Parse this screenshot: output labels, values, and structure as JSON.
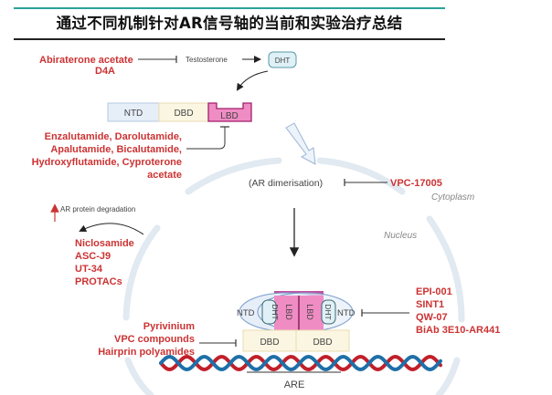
{
  "title": "通过不同机制针对AR信号轴的当前和实验治疗总结",
  "colors": {
    "accent_rule": "#2aa39a",
    "inhibitor_text": "#cc3333",
    "ntd_fill": "#e6eef8",
    "dbd_fill": "#fbf6e2",
    "lbd_fill": "#f08cc4",
    "lbd_stroke": "#a0206a",
    "dht_fill": "#dff0f6",
    "membrane": "#e1e9f1",
    "dna_red": "#c0202a",
    "dna_blue": "#1f6fa8"
  },
  "steroid_pathway": {
    "inhibitors": [
      "Abiraterone acetate",
      "D4A"
    ],
    "substrate": "Testosterone",
    "product": "DHT"
  },
  "ar_domains": {
    "ntd": "NTD",
    "dbd": "DBD",
    "lbd": "LBD"
  },
  "antiandrogens": {
    "lines": [
      "Enzalutamide, Darolutamide,",
      "Apalutamide, Bicalutamide,",
      "Hydroxyflutamide, Cyproterone",
      "acetate"
    ]
  },
  "dimerisation": {
    "label": "(AR dimerisation)",
    "inhibitor": "VPC-17005"
  },
  "compartments": {
    "cytoplasm": "Cytoplasm",
    "nucleus": "Nucleus"
  },
  "degradation": {
    "label": "AR protein degradation",
    "drugs": [
      "Niclosamide",
      "ASC-J9",
      "UT-34",
      "PROTACs"
    ]
  },
  "ntd_inhibitors": {
    "drugs": [
      "EPI-001",
      "SINT1",
      "QW-07",
      "BiAb 3E10-AR441"
    ]
  },
  "dbd_inhibitors": {
    "drugs": [
      "Pyrivinium",
      "VPC compounds",
      "Hairprin polyamides"
    ]
  },
  "dimer": {
    "ntd_left": "NTD",
    "ntd_right": "NTD",
    "dht_left": "DHT",
    "dht_right": "DHT",
    "lbd_left": "LBD",
    "lbd_right": "LBD",
    "dbd_left": "DBD",
    "dbd_right": "DBD"
  },
  "dna": {
    "element": "ARE"
  }
}
